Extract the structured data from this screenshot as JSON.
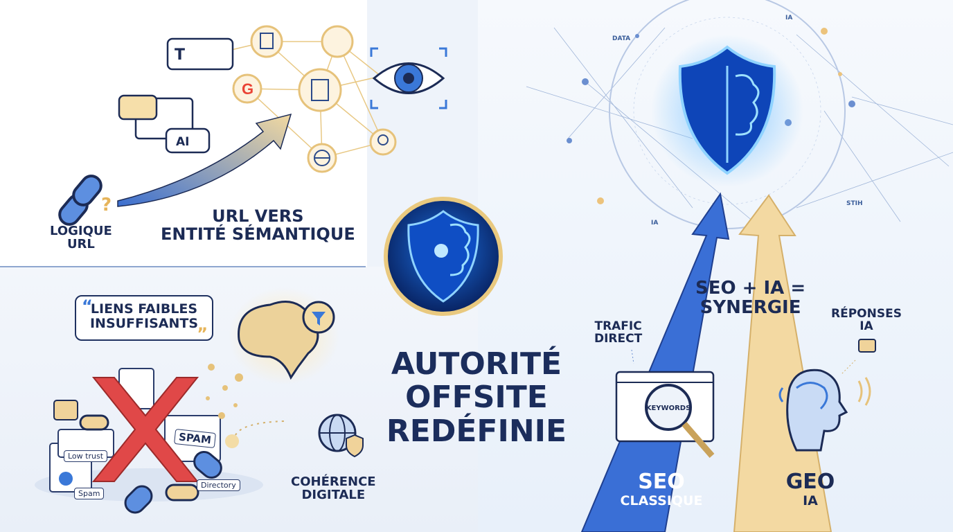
{
  "top_left": {
    "label_logique": "LOGIQUE\nURL",
    "label_url_vers": "URL VERS\nENTITÉ SÉMANTIQUE",
    "icon_text_bubble": "T",
    "icon_ai_bubble": "AI"
  },
  "bottom_left": {
    "quote_bubble": "LIENS FAIBLES\nINSUFFISANTS",
    "tags": [
      "SPAM",
      "Low trust",
      "Spam",
      "Directory"
    ],
    "label_coherence": "COHÉRENCE\nDIGITALE"
  },
  "center": {
    "title": "AUTORITÉ\nOFFSITE\nREDÉFINIE"
  },
  "right": {
    "network_labels": [
      "DATA",
      "IA",
      "IA",
      "STIH"
    ],
    "label_trafic": "TRAFIC\nDIRECT",
    "label_synergie": "SEO + IA =\nSYNERGIE",
    "label_reponses": "RÉPONSES\nIA",
    "keywords": "KEYWORDS",
    "label_seo": "SEO",
    "label_seo_sub": "CLASSIQUE",
    "label_geo": "GEO",
    "label_geo_sub": "IA"
  },
  "colors": {
    "navy": "#1c2b55",
    "blue": "#3a78d8",
    "gold": "#f0d39a",
    "red": "#e04848",
    "glow": "#4aa8ff"
  }
}
